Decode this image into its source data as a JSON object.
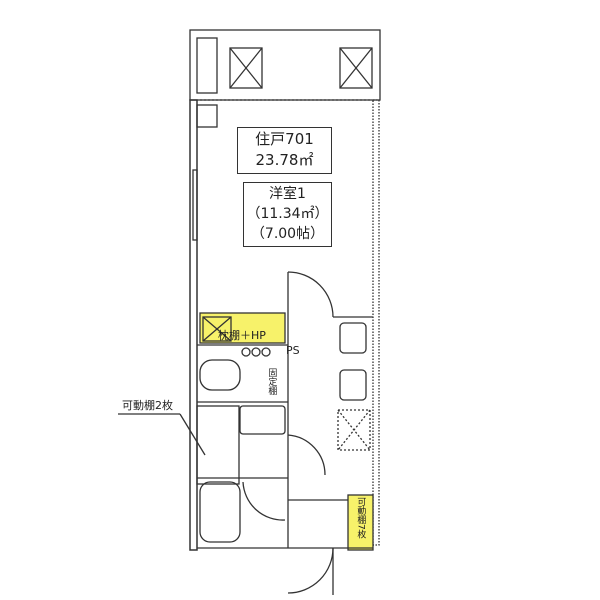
{
  "unit": {
    "name": "住戸701",
    "area": "23.78㎡"
  },
  "room": {
    "name": "洋室1",
    "area": "（11.34㎡）",
    "tatami": "（7.00帖）"
  },
  "labels": {
    "closet": "枕棚＋HP",
    "ps": "PS",
    "fixed_shelf": "固定棚",
    "movable_shelf_2": "可動棚2枚",
    "movable_shelf_7": "可動棚7枚"
  },
  "colors": {
    "highlight": "#f7f26a",
    "line": "#333333"
  }
}
